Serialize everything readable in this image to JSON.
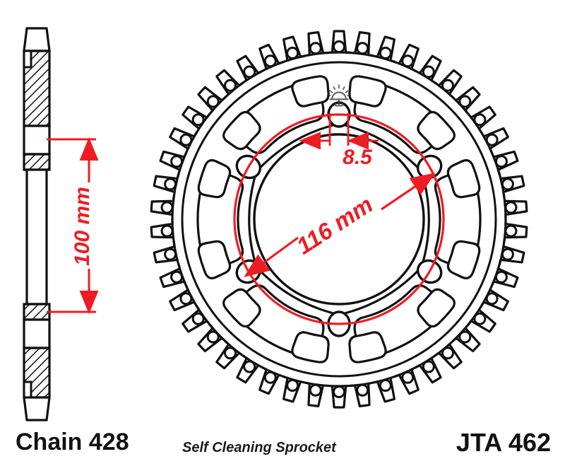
{
  "drawing": {
    "title": "Sprocket technical drawing",
    "colors": {
      "outline": "#111111",
      "dimension_red": "#ED1C24",
      "background": "#FFFFFF"
    }
  },
  "footer": {
    "chain_label": "Chain 428",
    "tagline": "Self Cleaning Sprocket",
    "part_number": "JTA 462"
  },
  "dimensions": {
    "thickness_callout": "100 mm",
    "bolt_hole_callout": "8.5",
    "pcd_callout": "116 mm"
  },
  "views": {
    "side_profile": {
      "name": "side-section-view",
      "description": "hatched cross section of sprocket rim"
    },
    "face": {
      "name": "face-view",
      "description": "front face of self cleaning sprocket",
      "tooth_count": 46,
      "bolt_hole_count": 6
    }
  },
  "marks": {
    "stamp": "sun-burst-stamp"
  }
}
